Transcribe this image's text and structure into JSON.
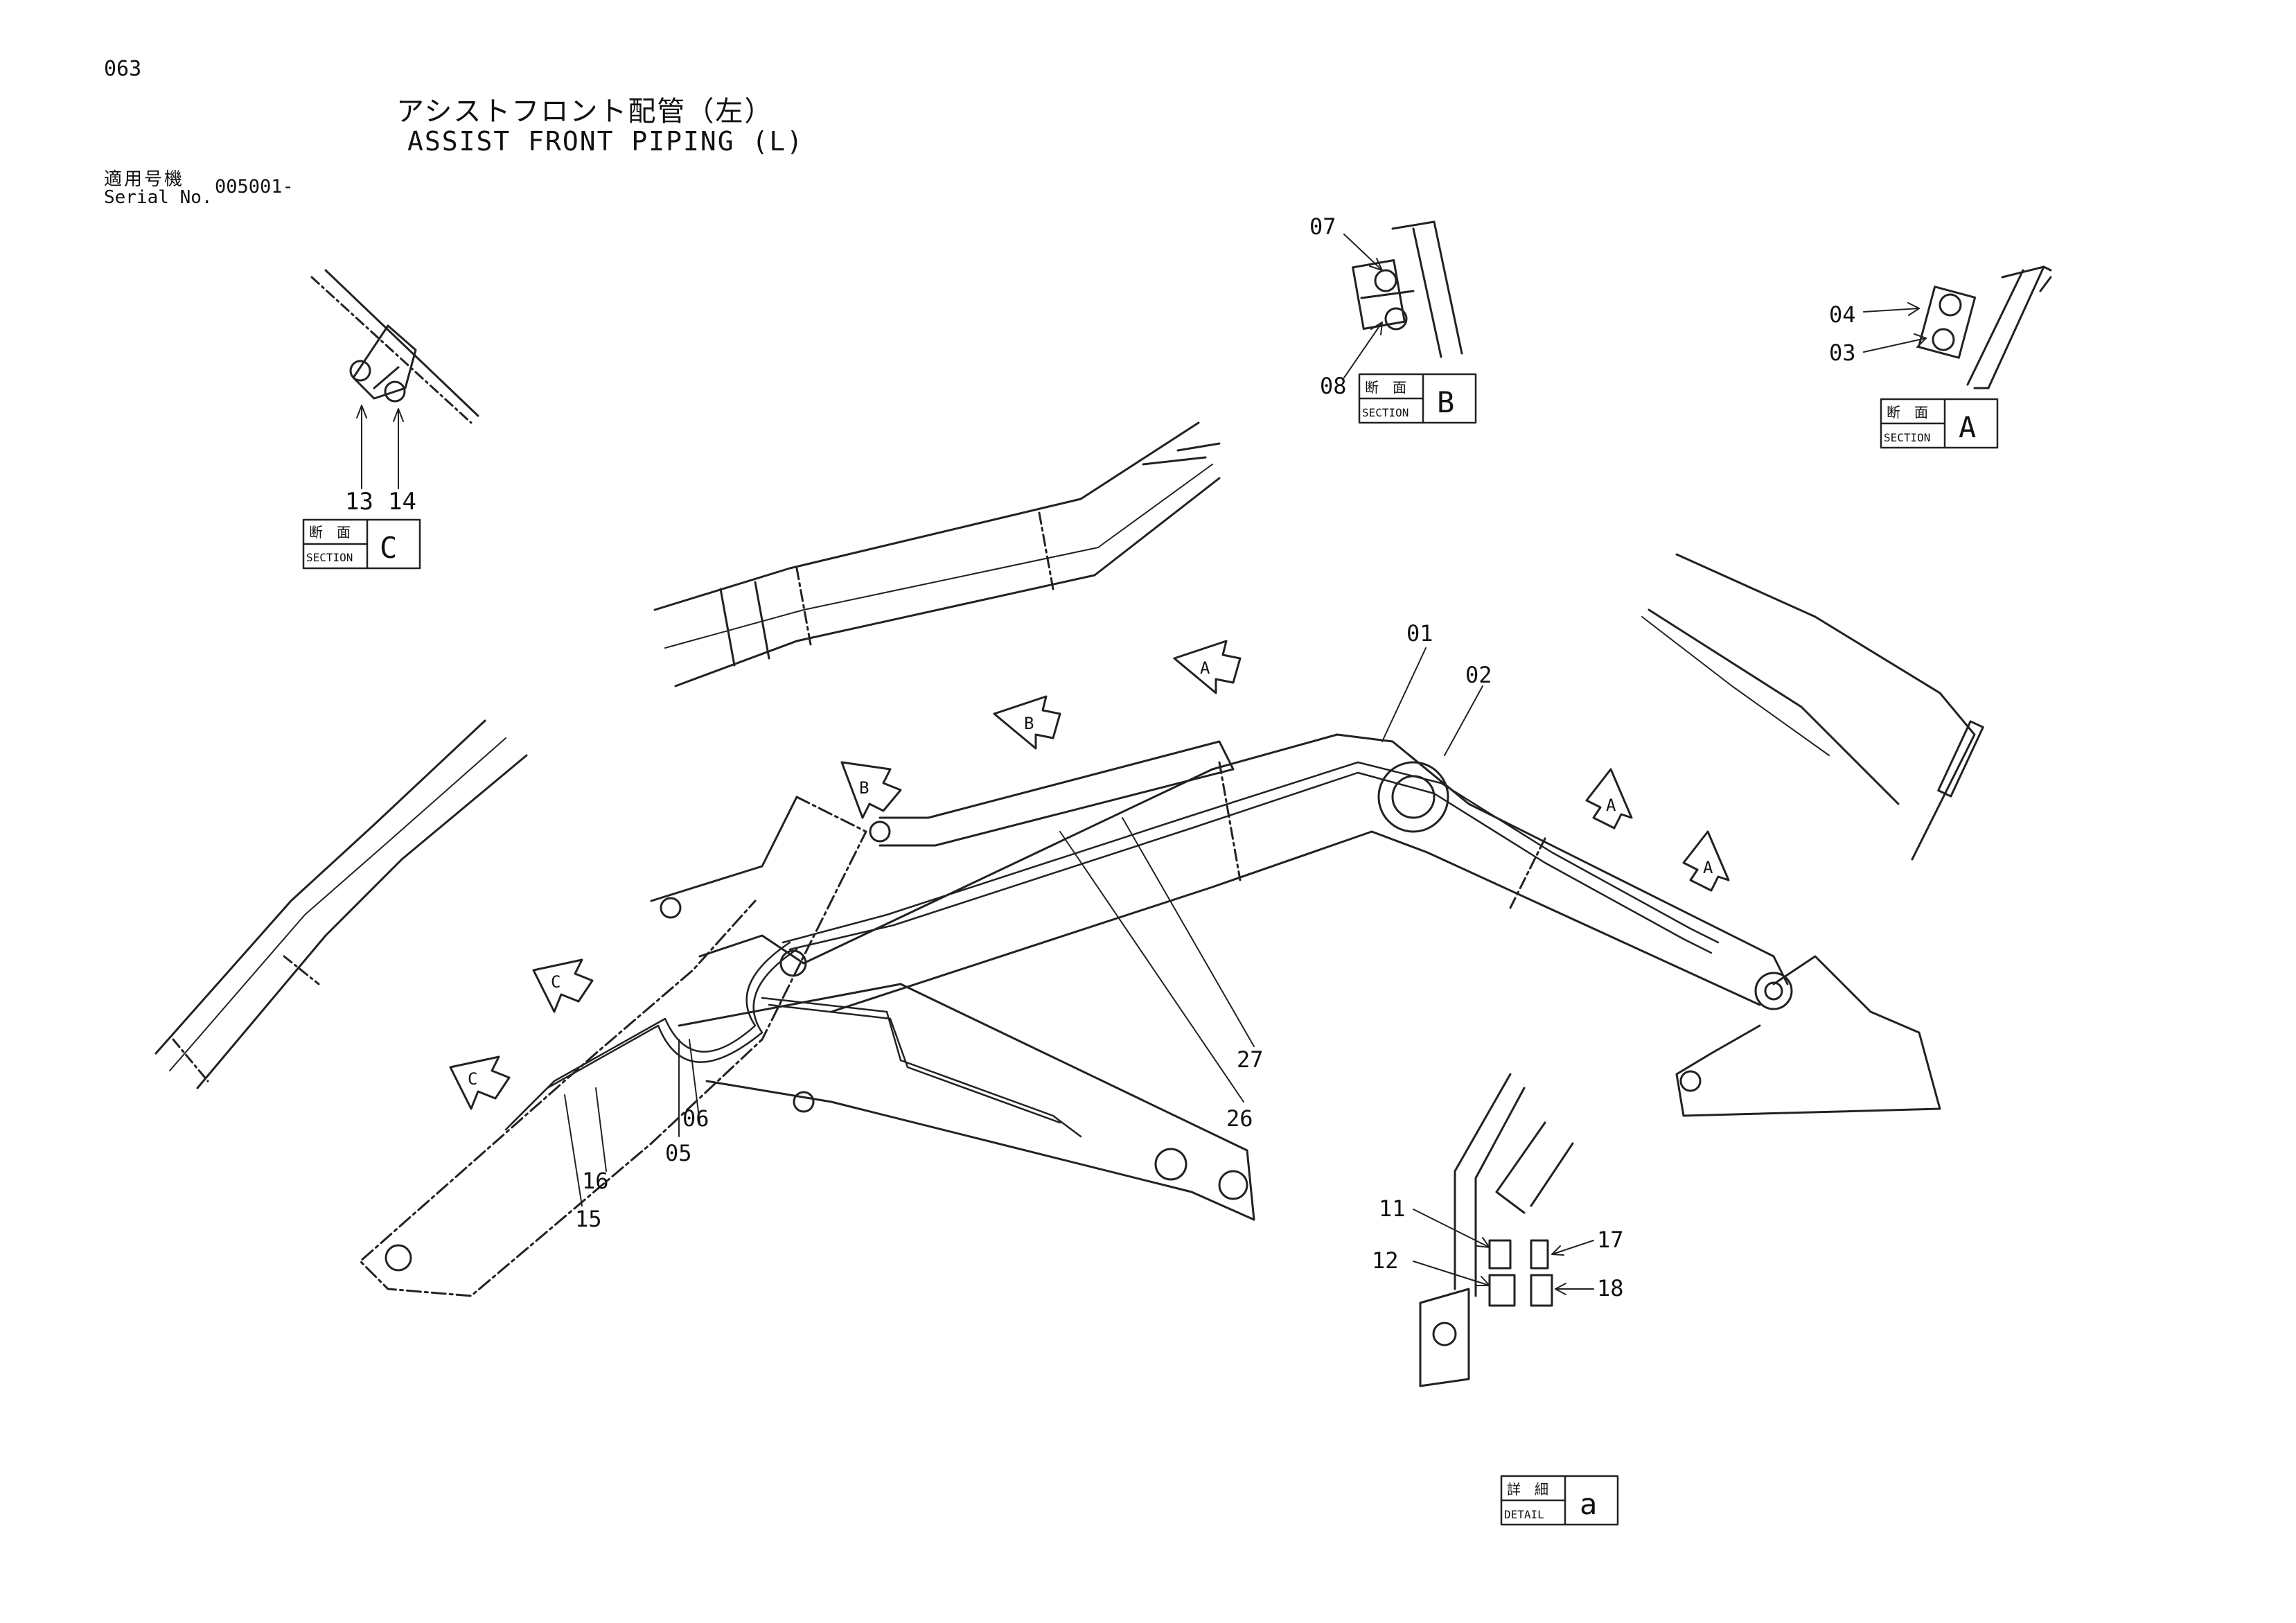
{
  "header": {
    "page_no": "063",
    "title_jp": "アシストフロント配管（左）",
    "title_en": "ASSIST FRONT PIPING (L)",
    "serial_label_jp": "適用号機",
    "serial_label_en": "Serial No.",
    "serial_value": "005001-"
  },
  "boxes": {
    "section_a": {
      "kanji": "断　面",
      "sub": "SECTION",
      "letter": "A"
    },
    "section_b": {
      "kanji": "断　面",
      "sub": "SECTION",
      "letter": "B"
    },
    "section_c": {
      "kanji": "断　面",
      "sub": "SECTION",
      "letter": "C"
    },
    "detail_a": {
      "kanji": "詳　細",
      "sub": "DETAIL",
      "letter": "a"
    }
  },
  "part_numbers": {
    "p01": "01",
    "p02": "02",
    "p03": "03",
    "p04": "04",
    "p05": "05",
    "p06": "06",
    "p07": "07",
    "p08": "08",
    "p11": "11",
    "p12": "12",
    "p13": "13",
    "p14": "14",
    "p15": "15",
    "p16": "16",
    "p17": "17",
    "p18": "18",
    "p26": "26",
    "p27": "27"
  },
  "view_arrows": {
    "arrow_a1": "A",
    "arrow_a2": "A",
    "arrow_a3": "A",
    "arrow_b1": "B",
    "arrow_b2": "B",
    "arrow_c1": "C",
    "arrow_c2": "C"
  }
}
